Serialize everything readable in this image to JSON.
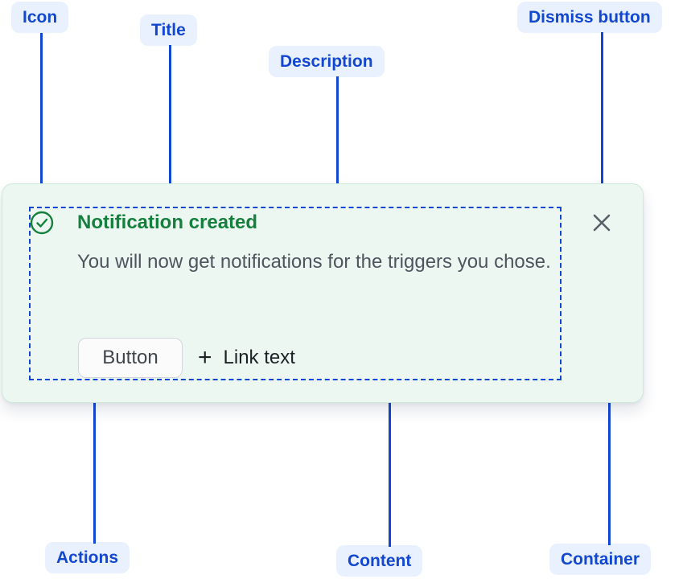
{
  "colors": {
    "callout_blue": "#1247CF",
    "callout_pill_bg": "#E9F1FE",
    "success_green": "#15803D",
    "card_bg": "#EDF7F1",
    "card_border": "#CDE9D9",
    "body_text": "#4E555E",
    "dark_text": "#1C2126",
    "close_gray": "#586069",
    "button_bg": "#FBFBFB",
    "button_border": "#D2D6DC"
  },
  "callouts": {
    "icon": "Icon",
    "title": "Title",
    "description": "Description",
    "dismiss": "Dismiss button",
    "actions": "Actions",
    "content": "Content",
    "container": "Container"
  },
  "notification": {
    "title": "Notification created",
    "description": "You will now get notifications for the triggers you chose.",
    "actions": {
      "button": "Button",
      "plus": "+",
      "link": "Link text"
    },
    "icons": {
      "status": "success-check-icon",
      "dismiss": "close-icon"
    }
  }
}
